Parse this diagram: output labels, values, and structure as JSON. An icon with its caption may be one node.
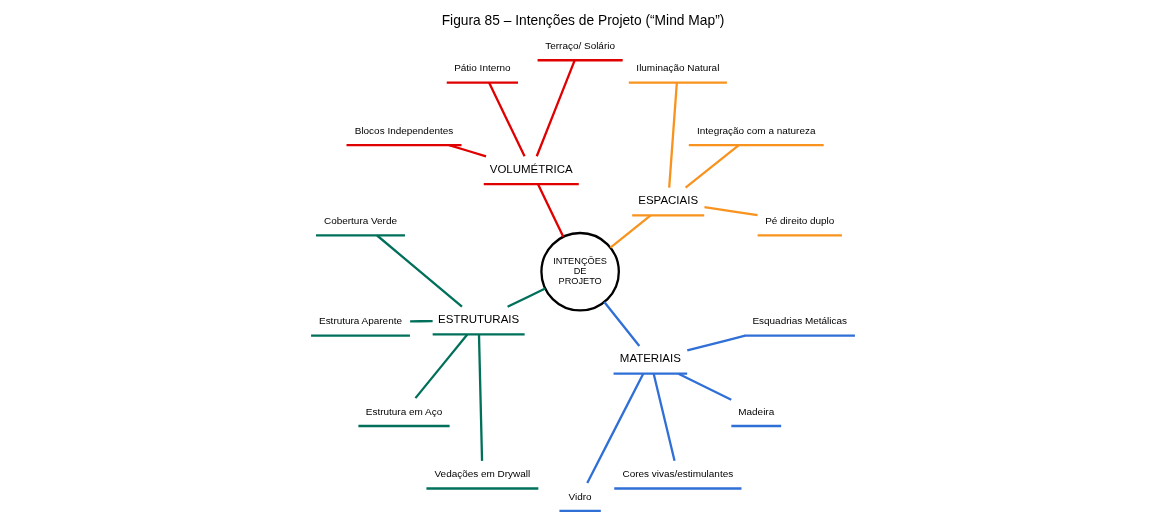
{
  "diagram": {
    "title": "Figura 85 – Intenções de Projeto (“Mind Map”)",
    "nodes": [
      {
        "text": [
          "INTENÇÕES DE PROJETO"
        ]
      },
      {
        "text": [
          "ESPACIAIS"
        ]
      },
      {
        "text": [
          "Pé direito duplo"
        ]
      },
      {
        "text": [
          "Integração com a natureza"
        ]
      },
      {
        "text": [
          "Iluminação Natural"
        ]
      },
      {
        "text": [
          "VOLUMÉTRICA"
        ]
      },
      {
        "text": [
          "Terraço/ Solário"
        ]
      },
      {
        "text": [
          "Pátio Interno"
        ]
      },
      {
        "text": [
          "Blocos Independentes"
        ]
      },
      {
        "text": [
          "ESTRUTURAIS"
        ]
      },
      {
        "text": [
          "Cobertura Verde"
        ]
      },
      {
        "text": [
          "Estrutura Aparente"
        ]
      },
      {
        "text": [
          "Estrutura em Aço"
        ]
      },
      {
        "text": [
          "Vedações em Drywall"
        ]
      },
      {
        "text": [
          "MATERIAIS"
        ]
      },
      {
        "text": [
          "Vidro"
        ]
      },
      {
        "text": [
          "Cores vivas/estimulantes"
        ]
      },
      {
        "text": [
          "Madeira"
        ]
      },
      {
        "text": [
          "Esquadrias Metálicas"
        ]
      }
    ],
    "edges": [
      {
        "from": 0,
        "to": 1,
        "arrow": "none",
        "color": "#f7931e"
      },
      {
        "from": 1,
        "to": 2,
        "arrow": "none",
        "color": "#f7931e"
      },
      {
        "from": 1,
        "to": 3,
        "arrow": "none",
        "color": "#f7931e"
      },
      {
        "from": 1,
        "to": 4,
        "arrow": "none",
        "color": "#f7931e"
      },
      {
        "from": 0,
        "to": 5,
        "arrow": "none",
        "color": "#e00000"
      },
      {
        "from": 5,
        "to": 6,
        "arrow": "none",
        "color": "#e00000"
      },
      {
        "from": 5,
        "to": 7,
        "arrow": "none",
        "color": "#e00000"
      },
      {
        "from": 5,
        "to": 8,
        "arrow": "none",
        "color": "#e00000"
      },
      {
        "from": 0,
        "to": 9,
        "arrow": "none",
        "color": "#00705a"
      },
      {
        "from": 9,
        "to": 10,
        "arrow": "none",
        "color": "#00705a"
      },
      {
        "from": 9,
        "to": 11,
        "arrow": "none",
        "color": "#00705a"
      },
      {
        "from": 9,
        "to": 12,
        "arrow": "none",
        "color": "#00705a"
      },
      {
        "from": 9,
        "to": 13,
        "arrow": "none",
        "color": "#00705a"
      },
      {
        "from": 0,
        "to": 14,
        "arrow": "none",
        "color": "#2f6fd6"
      },
      {
        "from": 14,
        "to": 15,
        "arrow": "none",
        "color": "#2f6fd6"
      },
      {
        "from": 14,
        "to": 16,
        "arrow": "none",
        "color": "#2f6fd6"
      },
      {
        "from": 14,
        "to": 17,
        "arrow": "none",
        "color": "#2f6fd6"
      },
      {
        "from": 14,
        "to": 18,
        "arrow": "none",
        "color": "#2f6fd6"
      }
    ]
  }
}
